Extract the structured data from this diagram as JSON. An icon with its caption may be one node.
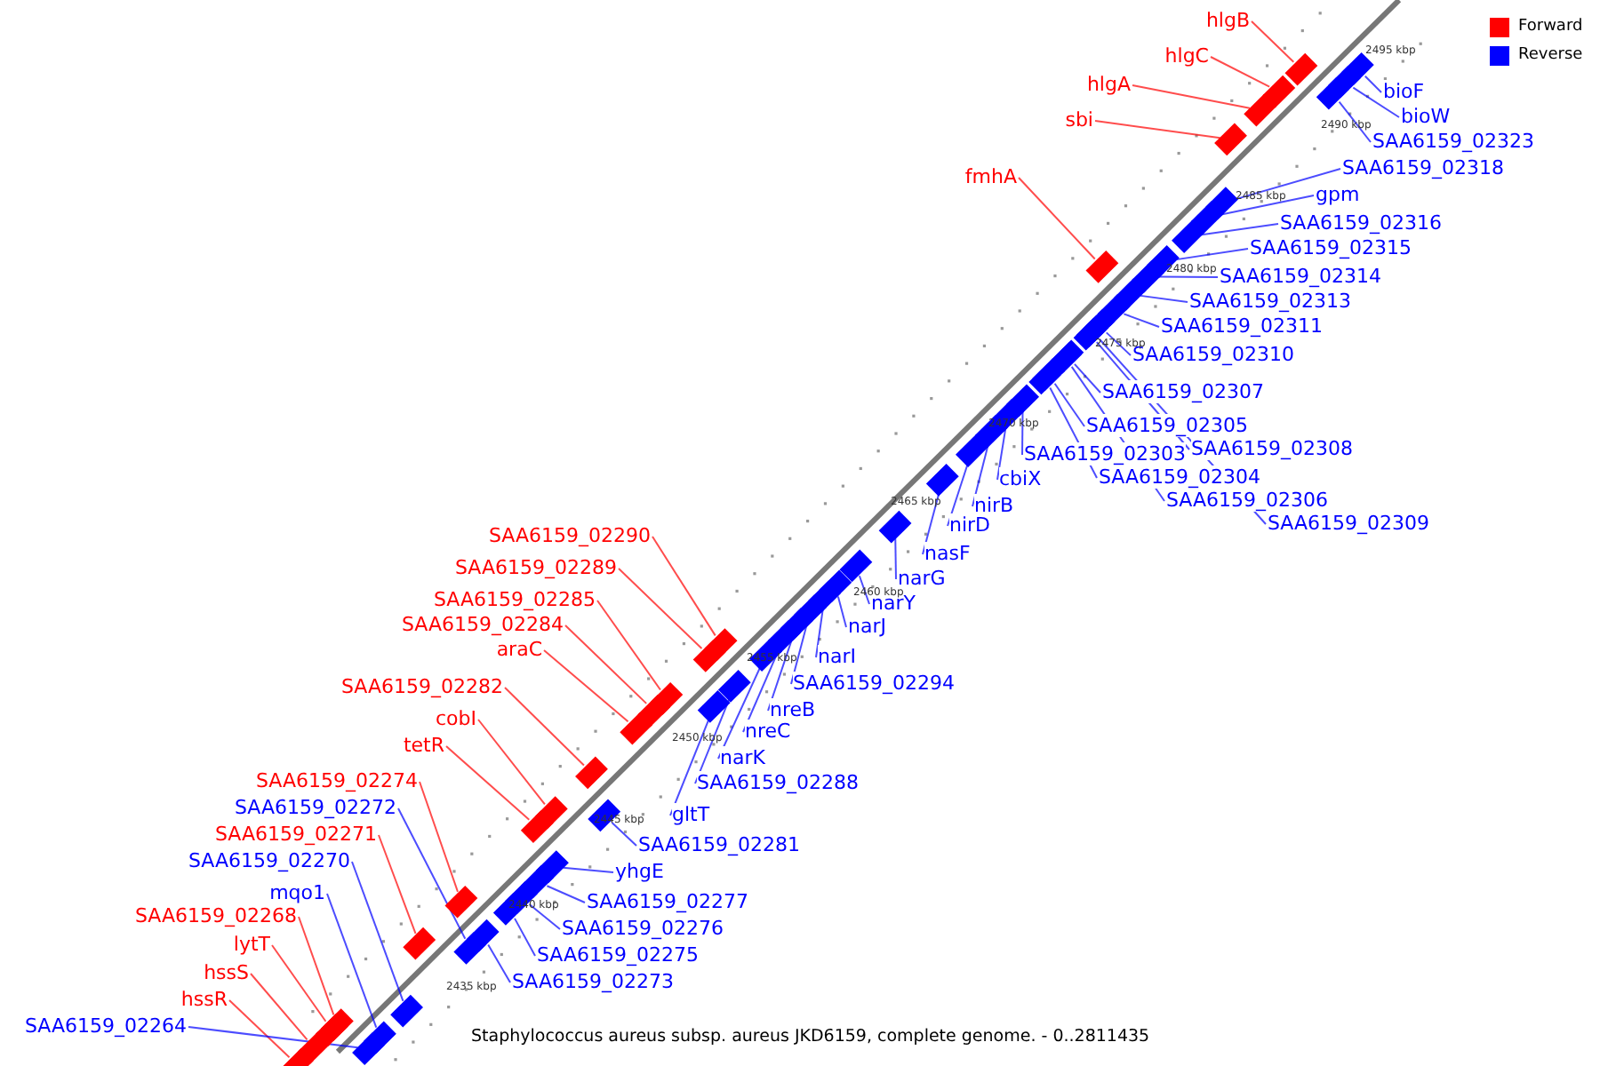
{
  "diagram": {
    "caption": "Staphylococcus aureus subsp. aureus JKD6159, complete genome. - 0..2811435",
    "nodes": [
      {
        "text": [
          "hlgB"
        ]
      },
      {
        "text": [
          "hlgC"
        ]
      },
      {
        "text": [
          "hlgA"
        ]
      },
      {
        "text": [
          "sbi"
        ]
      },
      {
        "text": [
          "fmhA"
        ]
      },
      {
        "text": [
          "bioF"
        ]
      },
      {
        "text": [
          "bioW"
        ]
      },
      {
        "text": [
          "SAA6159_02323"
        ]
      },
      {
        "text": [
          "SAA6159_02318"
        ]
      },
      {
        "text": [
          "gpm"
        ]
      },
      {
        "text": [
          "SAA6159_02316"
        ]
      },
      {
        "text": [
          "SAA6159_02315"
        ]
      },
      {
        "text": [
          "SAA6159_02314"
        ]
      },
      {
        "text": [
          "SAA6159_02313"
        ]
      },
      {
        "text": [
          "SAA6159_02311"
        ]
      },
      {
        "text": [
          "SAA6159_02310"
        ]
      },
      {
        "text": [
          "SAA6159_02307"
        ]
      },
      {
        "text": [
          "SAA6159_02305"
        ]
      },
      {
        "text": [
          "SAA6159_02308"
        ]
      },
      {
        "text": [
          "SAA6159_02303"
        ]
      },
      {
        "text": [
          "SAA6159_02304"
        ]
      },
      {
        "text": [
          "SAA6159_02306"
        ]
      },
      {
        "text": [
          "SAA6159_02309"
        ]
      },
      {
        "text": [
          "cbiX"
        ]
      },
      {
        "text": [
          "nirB"
        ]
      },
      {
        "text": [
          "nirD"
        ]
      },
      {
        "text": [
          "nasF"
        ]
      },
      {
        "text": [
          "narG"
        ]
      },
      {
        "text": [
          "narY"
        ]
      },
      {
        "text": [
          "narJ"
        ]
      },
      {
        "text": [
          "narI"
        ]
      },
      {
        "text": [
          "SAA6159_02294"
        ]
      },
      {
        "text": [
          "nreB"
        ]
      },
      {
        "text": [
          "nreC"
        ]
      },
      {
        "text": [
          "narK"
        ]
      },
      {
        "text": [
          "SAA6159_02288"
        ]
      },
      {
        "text": [
          "gltT"
        ]
      },
      {
        "text": [
          "SAA6159_02281"
        ]
      },
      {
        "text": [
          "yhgE"
        ]
      },
      {
        "text": [
          "SAA6159_02277"
        ]
      },
      {
        "text": [
          "SAA6159_02276"
        ]
      },
      {
        "text": [
          "SAA6159_02275"
        ]
      },
      {
        "text": [
          "SAA6159_02273"
        ]
      },
      {
        "text": [
          "SAA6159_02290"
        ]
      },
      {
        "text": [
          "SAA6159_02289"
        ]
      },
      {
        "text": [
          "SAA6159_02285"
        ]
      },
      {
        "text": [
          "SAA6159_02284"
        ]
      },
      {
        "text": [
          "araC"
        ]
      },
      {
        "text": [
          "SAA6159_02282"
        ]
      },
      {
        "text": [
          "cobI"
        ]
      },
      {
        "text": [
          "tetR"
        ]
      },
      {
        "text": [
          "SAA6159_02274"
        ]
      },
      {
        "text": [
          "SAA6159_02272"
        ]
      },
      {
        "text": [
          "SAA6159_02271"
        ]
      },
      {
        "text": [
          "SAA6159_02270"
        ]
      },
      {
        "text": [
          "mqo1"
        ]
      },
      {
        "text": [
          "SAA6159_02268"
        ]
      },
      {
        "text": [
          "lytT"
        ]
      },
      {
        "text": [
          "hssS"
        ]
      },
      {
        "text": [
          "hssR"
        ]
      },
      {
        "text": [
          "SAA6159_02264"
        ]
      },
      {
        "text": [],
        "shape": "box"
      },
      {
        "text": [],
        "shape": "box"
      },
      {
        "text": [],
        "shape": "box"
      },
      {
        "text": [],
        "shape": "box"
      },
      {
        "text": [],
        "shape": "box"
      },
      {
        "text": [],
        "shape": "box"
      },
      {
        "text": [],
        "shape": "box"
      },
      {
        "text": [],
        "shape": "box"
      },
      {
        "text": [],
        "shape": "box"
      },
      {
        "text": [],
        "shape": "box"
      },
      {
        "text": [],
        "shape": "box"
      },
      {
        "text": [],
        "shape": "box"
      },
      {
        "text": [],
        "shape": "box"
      },
      {
        "text": [],
        "shape": "box"
      },
      {
        "text": [],
        "shape": "box"
      },
      {
        "text": [],
        "shape": "box"
      },
      {
        "text": [],
        "shape": "box"
      },
      {
        "text": [],
        "shape": "box"
      },
      {
        "text": [],
        "shape": "box"
      },
      {
        "text": [],
        "shape": "box"
      },
      {
        "text": [],
        "shape": "box"
      },
      {
        "text": [],
        "shape": "box"
      },
      {
        "text": [],
        "shape": "box"
      },
      {
        "text": [],
        "shape": "box"
      },
      {
        "text": [],
        "shape": "box"
      },
      {
        "text": [],
        "shape": "box"
      },
      {
        "text": [],
        "shape": "box"
      },
      {
        "text": [],
        "shape": "box"
      },
      {
        "text": [],
        "shape": "box"
      },
      {
        "text": [],
        "shape": "box"
      },
      {
        "text": [],
        "shape": "box"
      },
      {
        "text": [],
        "shape": "box"
      },
      {
        "text": [],
        "shape": "box"
      },
      {
        "text": [],
        "shape": "box"
      },
      {
        "text": [],
        "shape": "box"
      },
      {
        "text": [],
        "shape": "box"
      },
      {
        "text": [],
        "shape": "box"
      },
      {
        "text": [],
        "shape": "box"
      },
      {
        "text": [],
        "shape": "box"
      },
      {
        "text": [],
        "shape": "box"
      },
      {
        "text": [],
        "shape": "box"
      },
      {
        "text": [],
        "shape": "box"
      },
      {
        "text": [],
        "shape": "box"
      },
      {
        "text": [],
        "shape": "box"
      },
      {
        "text": [],
        "shape": "box"
      },
      {
        "text": [],
        "shape": "box"
      },
      {
        "text": [],
        "shape": "box"
      },
      {
        "text": [],
        "shape": "box"
      },
      {
        "text": [],
        "shape": "box"
      },
      {
        "text": [],
        "shape": "box"
      },
      {
        "text": [],
        "shape": "box"
      },
      {
        "text": [],
        "shape": "box"
      },
      {
        "text": [],
        "shape": "box"
      },
      {
        "text": [],
        "shape": "box"
      },
      {
        "text": [],
        "shape": "box"
      },
      {
        "text": [],
        "shape": "box"
      },
      {
        "text": [],
        "shape": "box"
      },
      {
        "text": [],
        "shape": "box"
      },
      {
        "text": [],
        "shape": "box"
      },
      {
        "text": [],
        "shape": "box"
      },
      {
        "text": [],
        "shape": "box"
      }
    ],
    "edges": [
      {
        "from": 0,
        "to": 61,
        "arrow": "none",
        "color": "#ff0000"
      },
      {
        "from": 1,
        "to": 62,
        "arrow": "none",
        "color": "#ff0000"
      },
      {
        "from": 2,
        "to": 63,
        "arrow": "none",
        "color": "#ff0000"
      },
      {
        "from": 3,
        "to": 64,
        "arrow": "none",
        "color": "#ff0000"
      },
      {
        "from": 4,
        "to": 65,
        "arrow": "none",
        "color": "#ff0000"
      },
      {
        "from": 5,
        "to": 66,
        "arrow": "none"
      },
      {
        "from": 6,
        "to": 67,
        "arrow": "none"
      },
      {
        "from": 7,
        "to": 68,
        "arrow": "none"
      },
      {
        "from": 8,
        "to": 69,
        "arrow": "none"
      },
      {
        "from": 9,
        "to": 70,
        "arrow": "none"
      },
      {
        "from": 10,
        "to": 71,
        "arrow": "none"
      },
      {
        "from": 11,
        "to": 72,
        "arrow": "none"
      },
      {
        "from": 12,
        "to": 73,
        "arrow": "none"
      },
      {
        "from": 13,
        "to": 74,
        "arrow": "none"
      },
      {
        "from": 14,
        "to": 75,
        "arrow": "none"
      },
      {
        "from": 15,
        "to": 76,
        "arrow": "none"
      },
      {
        "from": 16,
        "to": 77,
        "arrow": "none"
      },
      {
        "from": 17,
        "to": 78,
        "arrow": "none"
      },
      {
        "from": 18,
        "to": 79,
        "arrow": "none"
      },
      {
        "from": 19,
        "to": 80,
        "arrow": "none"
      },
      {
        "from": 20,
        "to": 81,
        "arrow": "none"
      },
      {
        "from": 21,
        "to": 82,
        "arrow": "none"
      },
      {
        "from": 22,
        "to": 83,
        "arrow": "none"
      },
      {
        "from": 23,
        "to": 84,
        "arrow": "none"
      },
      {
        "from": 24,
        "to": 85,
        "arrow": "none"
      },
      {
        "from": 25,
        "to": 86,
        "arrow": "none"
      },
      {
        "from": 26,
        "to": 87,
        "arrow": "none"
      },
      {
        "from": 27,
        "to": 88,
        "arrow": "none"
      },
      {
        "from": 28,
        "to": 89,
        "arrow": "none"
      },
      {
        "from": 29,
        "to": 90,
        "arrow": "none"
      },
      {
        "from": 30,
        "to": 91,
        "arrow": "none"
      },
      {
        "from": 31,
        "to": 92,
        "arrow": "none"
      },
      {
        "from": 32,
        "to": 93,
        "arrow": "none"
      },
      {
        "from": 33,
        "to": 94,
        "arrow": "none"
      },
      {
        "from": 34,
        "to": 95,
        "arrow": "none"
      },
      {
        "from": 35,
        "to": 96,
        "arrow": "none"
      },
      {
        "from": 36,
        "to": 97,
        "arrow": "none"
      },
      {
        "from": 37,
        "to": 98,
        "arrow": "none"
      },
      {
        "from": 38,
        "to": 99,
        "arrow": "none"
      },
      {
        "from": 39,
        "to": 100,
        "arrow": "none"
      },
      {
        "from": 40,
        "to": 101,
        "arrow": "none"
      },
      {
        "from": 41,
        "to": 102,
        "arrow": "none"
      },
      {
        "from": 42,
        "to": 103,
        "arrow": "none"
      },
      {
        "from": 43,
        "to": 104,
        "arrow": "none",
        "color": "#ff0000"
      },
      {
        "from": 44,
        "to": 105,
        "arrow": "none",
        "color": "#ff0000"
      },
      {
        "from": 45,
        "to": 106,
        "arrow": "none",
        "color": "#ff0000"
      },
      {
        "from": 46,
        "to": 107,
        "arrow": "none",
        "color": "#ff0000"
      },
      {
        "from": 47,
        "to": 108,
        "arrow": "none",
        "color": "#ff0000"
      },
      {
        "from": 48,
        "to": 109,
        "arrow": "none",
        "color": "#ff0000"
      },
      {
        "from": 49,
        "to": 110,
        "arrow": "none",
        "color": "#ff0000"
      },
      {
        "from": 50,
        "to": 111,
        "arrow": "none",
        "color": "#ff0000"
      },
      {
        "from": 51,
        "to": 112,
        "arrow": "none",
        "color": "#ff0000"
      },
      {
        "from": 52,
        "to": 113,
        "arrow": "none"
      },
      {
        "from": 53,
        "to": 114,
        "arrow": "none",
        "color": "#ff0000"
      },
      {
        "from": 54,
        "to": 115,
        "arrow": "none"
      },
      {
        "from": 55,
        "to": 116,
        "arrow": "none"
      },
      {
        "from": 56,
        "to": 117,
        "arrow": "none",
        "color": "#ff0000"
      },
      {
        "from": 57,
        "to": 118,
        "arrow": "none",
        "color": "#ff0000"
      },
      {
        "from": 58,
        "to": 119,
        "arrow": "none",
        "color": "#ff0000"
      },
      {
        "from": 59,
        "to": 120,
        "arrow": "none",
        "color": "#ff0000"
      },
      {
        "from": 60,
        "to": 121,
        "arrow": "none"
      }
    ],
    "labels": [
      "2495 kbp",
      "2490 kbp",
      "2485 kbp",
      "2480 kbp",
      "2475 kbp",
      "2470 kbp",
      "2465 kbp",
      "2460 kbp",
      "2455 kbp",
      "2450 kbp",
      "2445 kbp",
      "2440 kbp",
      "2435 kbp"
    ],
    "legend": [
      {
        "text": "Forward",
        "color": "#ff0000"
      },
      {
        "text": "Reverse",
        "color": "#0000ff"
      }
    ]
  }
}
